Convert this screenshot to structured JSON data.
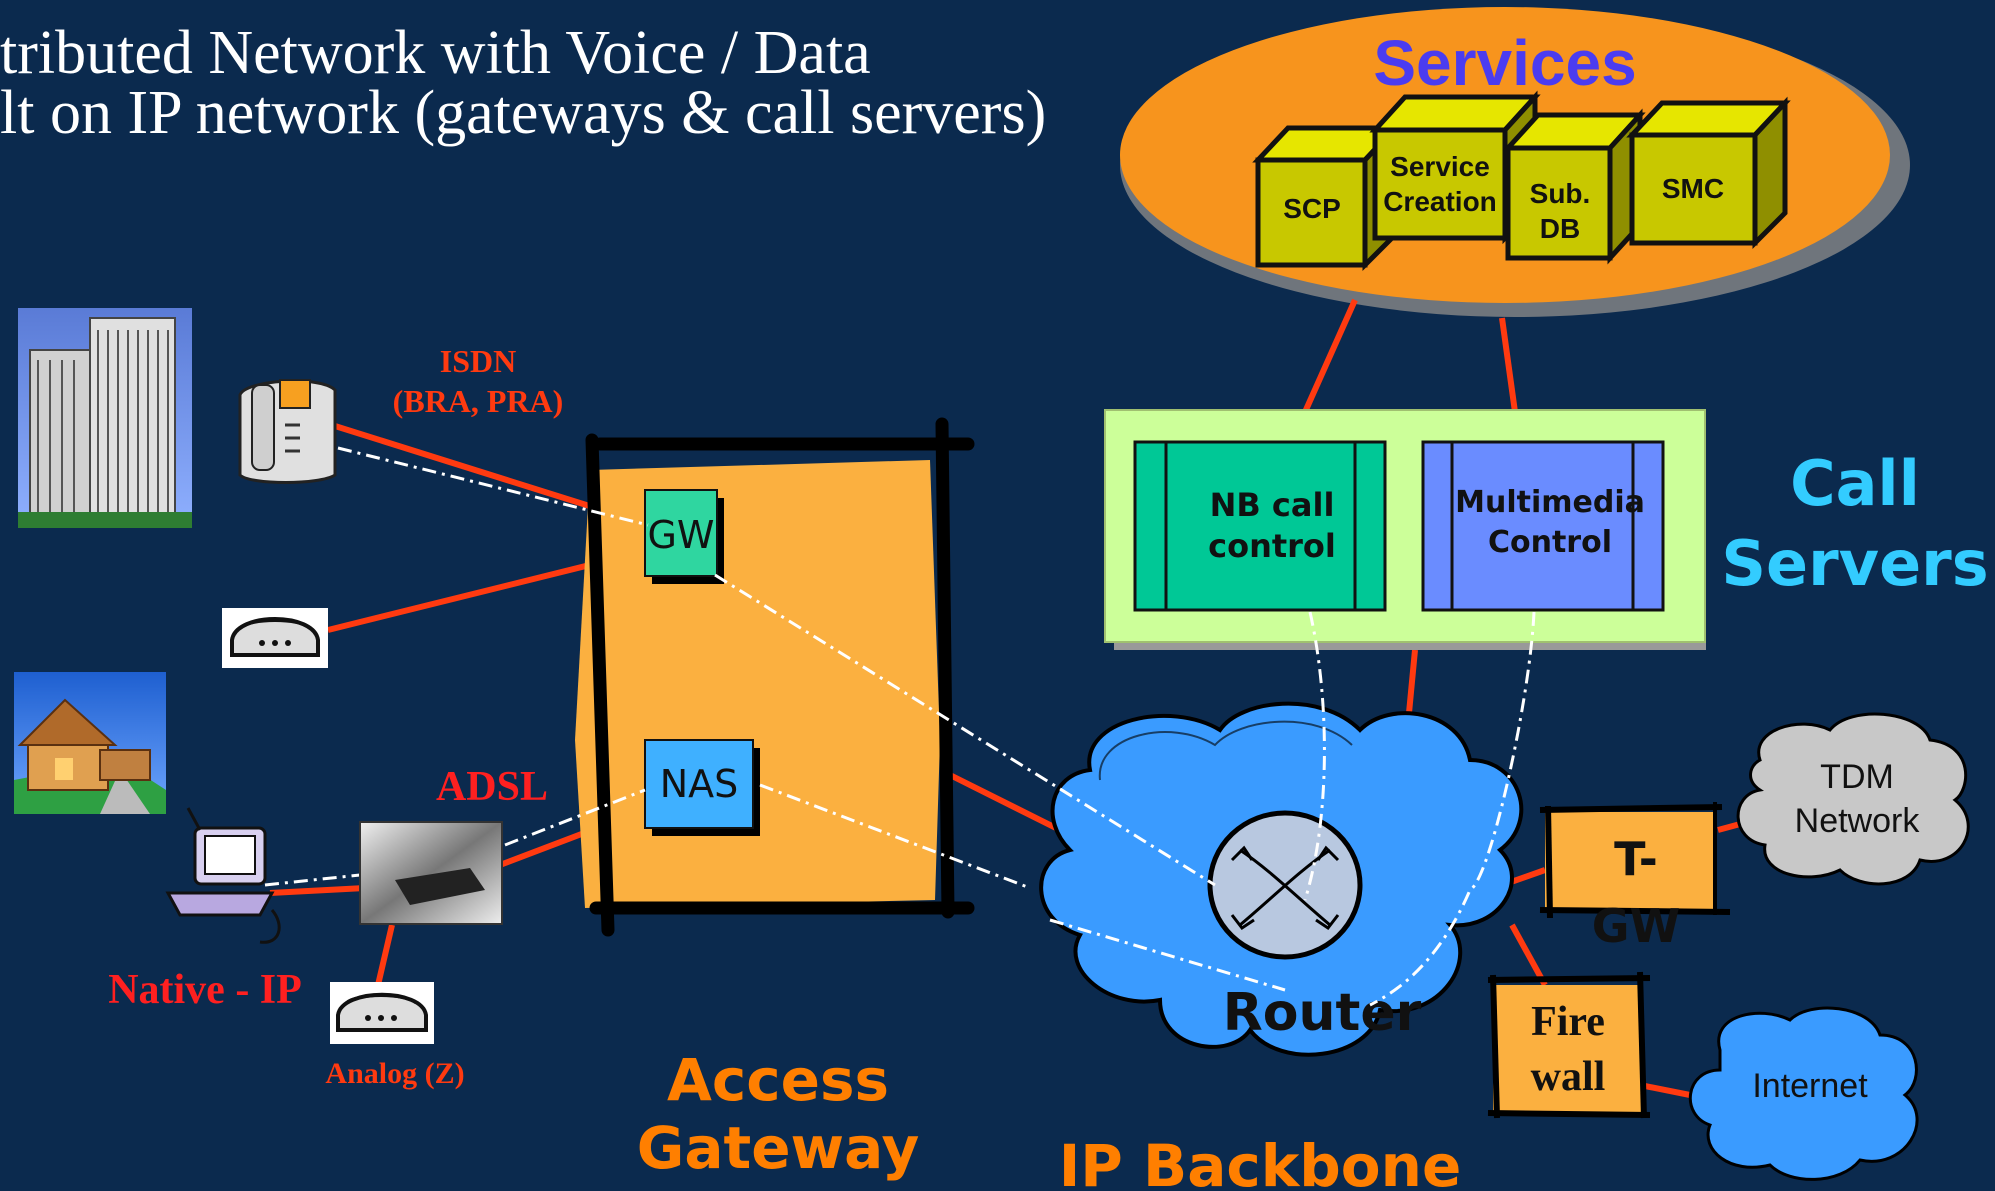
{
  "title": {
    "line1": "tributed Network with Voice / Data",
    "line2": "lt on IP network (gateways & call servers)"
  },
  "services": {
    "heading": "Services",
    "boxes": [
      "SCP",
      "Service",
      "Creation",
      "Sub.",
      "DB",
      "SMC"
    ]
  },
  "call_servers": {
    "heading_line1": "Call",
    "heading_line2": "Servers",
    "nb_call_control": [
      "NB call",
      "control"
    ],
    "multimedia_control": [
      "Multimedia",
      "Control"
    ]
  },
  "access_gateway": {
    "label_line1": "Access",
    "label_line2": "Gateway",
    "gw": "GW",
    "nas": "NAS"
  },
  "links": {
    "isdn_line1": "ISDN",
    "isdn_line2": "(BRA, PRA)",
    "adsl": "ADSL",
    "native_ip": "Native - IP",
    "analog": "Analog (Z)"
  },
  "backbone": {
    "router": "Router",
    "ip_backbone": "IP Backbone",
    "tgw_line1": "T-",
    "tgw_line2": "GW",
    "firewall_line1": "Fire",
    "firewall_line2": "wall",
    "tdm_line1": "TDM",
    "tdm_line2": "Network",
    "internet": "Internet"
  },
  "colors": {
    "background": "#0b2a4e",
    "link_red": "#ff3a10",
    "services_ellipse": "#f7941d",
    "box_yellow": "#c8c800",
    "gateway_orange": "#fbb040",
    "callserver_panel": "#ccff99",
    "nb_green": "#00c896",
    "multimedia_blue": "#6a8cff",
    "cloud_blue": "#3a9bff",
    "label_orange": "#ff7f00",
    "label_red": "#ff2020",
    "callserver_text": "#33ccff",
    "services_text": "#4b3cf0"
  }
}
